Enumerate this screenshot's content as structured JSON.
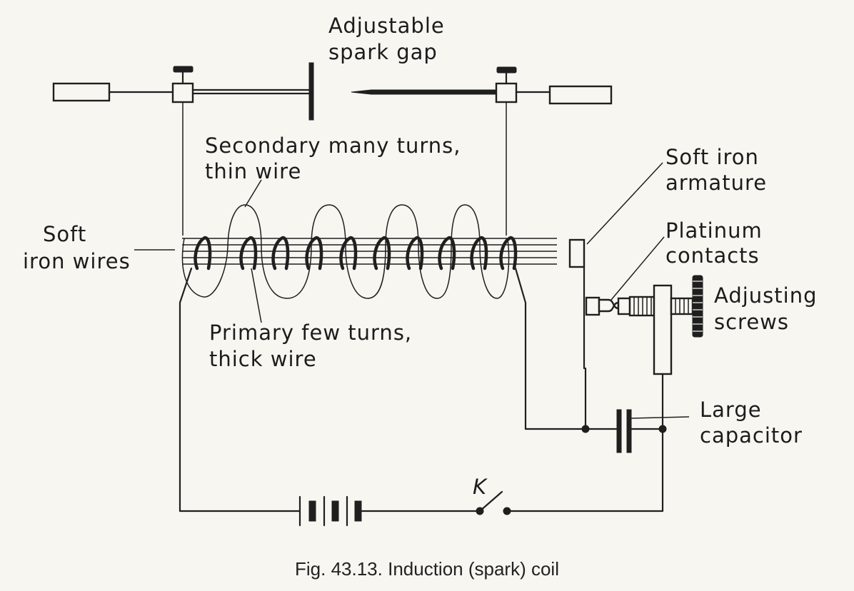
{
  "labels": {
    "spark_gap_1": "Adjustable",
    "spark_gap_2": "spark gap",
    "secondary_1": "Secondary many turns,",
    "secondary_2": "thin wire",
    "soft_iron_wires_1": "Soft",
    "soft_iron_wires_2": "iron wires",
    "primary_1": "Primary few turns,",
    "primary_2": "thick wire",
    "armature_1": "Soft iron",
    "armature_2": "armature",
    "contacts_1": "Platinum",
    "contacts_2": "contacts",
    "screws_1": "Adjusting",
    "screws_2": "screws",
    "capacitor_1": "Large",
    "capacitor_2": "capacitor",
    "switch": "K"
  },
  "caption": "Fig. 43.13. Induction (spark) coil",
  "colors": {
    "ink": "#1f1f1f",
    "paper": "#f7f6f1"
  }
}
